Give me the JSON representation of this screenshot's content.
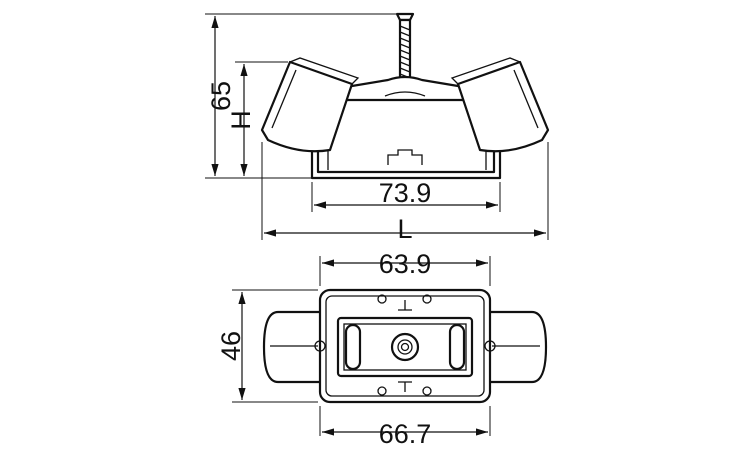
{
  "drawing": {
    "side_view": {
      "height_total": "65",
      "height_var": "H",
      "base_width": "73.9",
      "length_var": "L"
    },
    "top_view": {
      "inner_width": "63.9",
      "depth": "46",
      "outer_width": "66.7"
    }
  },
  "colors": {
    "line": "#111111",
    "background": "#ffffff"
  }
}
